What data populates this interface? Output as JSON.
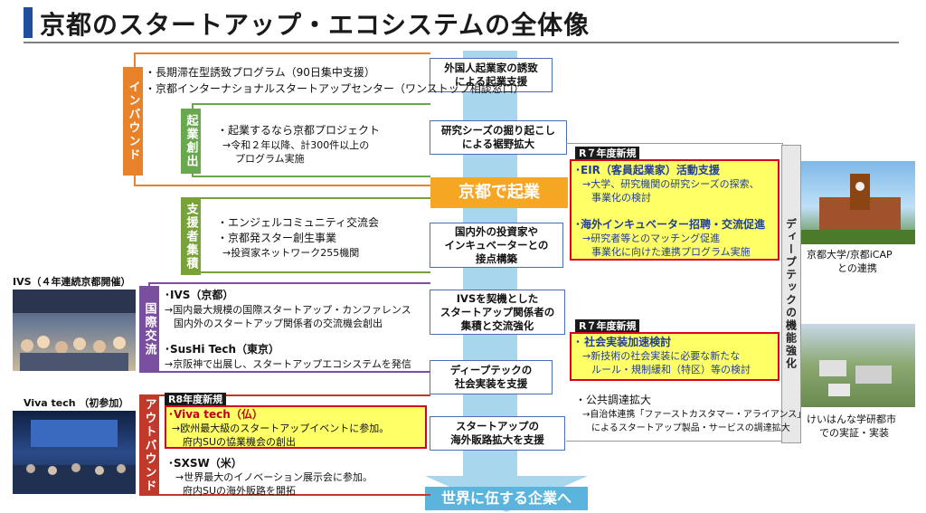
{
  "title": "京都のスタートアップ・エコシステムの全体像",
  "center": {
    "headline": "京都で起業",
    "bottom": "世界に伍する企業へ",
    "boxes": [
      [
        "外国人起業家の誘致",
        "による起業支援"
      ],
      [
        "研究シーズの掘り起こし",
        "による裾野拡大"
      ],
      [
        "国内外の投資家や",
        "インキュベーターとの",
        "接点構築"
      ],
      [
        "IVSを契機とした",
        "スタートアップ関係者の",
        "集積と交流強化"
      ],
      [
        "ディープテックの",
        "社会実装を支援"
      ],
      [
        "スタートアップの",
        "海外販路拡大を支援"
      ]
    ]
  },
  "labels": {
    "inbound": "インバウンド",
    "kigyo": "起業創出",
    "shien": "支援者集積",
    "kokusai": "国際交流",
    "outbound": "アウトバウンド",
    "deeptech": "ディープテックの機能強化"
  },
  "inbound": {
    "line1": "・長期滞在型誘致プログラム（90日集中支援）",
    "line2": "・京都インターナショナルスタートアップセンター（ワンストップ相談窓口）"
  },
  "kigyo": {
    "line1": "・起業するなら京都プロジェクト",
    "line2": "→令和２年以降、計300件以上の",
    "line3": "プログラム実施"
  },
  "shien": {
    "line1": "・エンジェルコミュニティ交流会",
    "line2": "・京都発スター創生事業",
    "line3": "→投資家ネットワーク255機関"
  },
  "kokusai": {
    "ivs_title": "･IVS（京都）",
    "ivs_l1": "→国内最大規模の国際スタートアップ・カンファレンス",
    "ivs_l2": "国内外のスタートアップ関係者の交流機会創出",
    "sushi_title": "･SusHi Tech（東京）",
    "sushi_l1": "→京阪神で出展し、スタートアップエコシステムを発信"
  },
  "outbound": {
    "tag": "R8年度新規",
    "viva_title": "･Viva tech（仏）",
    "viva_l1": "→欧州最大級のスタートアップイベントに参加。",
    "viva_l2": "府内SUの協業機会の創出",
    "sxsw_title": "･SXSW（米）",
    "sxsw_l1": "→世界最大のイノベーション展示会に参加。",
    "sxsw_l2": "府内SUの海外販路を開拓"
  },
  "right": {
    "tag1": "R７年度新規",
    "eir_title": "･EIR（客員起業家）活動支援",
    "eir_l1": "→大学、研究機関の研究シーズの探索、",
    "eir_l2": "事業化の検討",
    "incub_title": "･海外インキュベーター招聘・交流促進",
    "incub_l1": "→研究者等とのマッチング促進",
    "incub_l2": "事業化に向けた連携プログラム実施",
    "tag2": "R７年度新規",
    "social_title": "･ 社会実装加速検討",
    "social_l1": "→新技術の社会実装に必要な新たな",
    "social_l2": "ルール・規制緩和（特区）等の検討",
    "proc_title": "・公共調達拡大",
    "proc_l1": "→自治体連携「ファーストカスタマー・アライアンス」",
    "proc_l2": "によるスタートアップ製品・サービスの調達拡大"
  },
  "photos": {
    "ivs_caption": "IVS（４年連続京都開催）",
    "viva_caption": "Viva tech （初参加）",
    "kyoto_caption_1": "京都大学/京都iCAP",
    "kyoto_caption_2": "との連携",
    "keihanna_caption_1": "けいはんな学研都市",
    "keihanna_caption_2": "での実証・実装"
  },
  "colors": {
    "inbound": "#e8822a",
    "kigyo": "#6aa84f",
    "shien": "#7aa23a",
    "kokusai": "#7b4fa0",
    "outbound": "#c0392b",
    "center_stream": "#9fd0e8",
    "headline_bg": "#f5a623"
  }
}
